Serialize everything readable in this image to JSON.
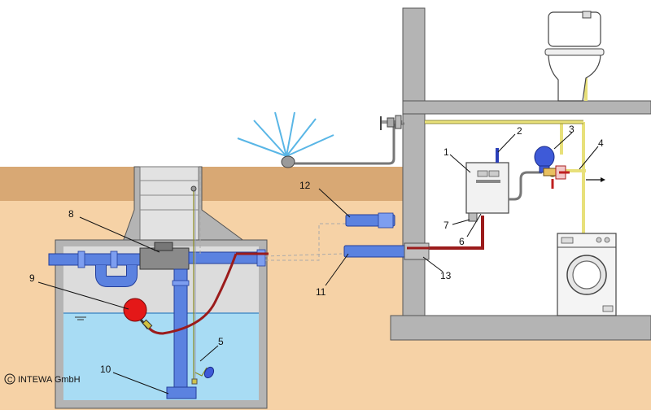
{
  "labels": {
    "l1": "1",
    "l2": "2",
    "l3": "3",
    "l4": "4",
    "l5": "5",
    "l6": "6",
    "l7": "7",
    "l8": "8",
    "l9": "9",
    "l10": "10",
    "l11": "11",
    "l12": "12",
    "l13": "13"
  },
  "copyright": {
    "symbol": "©",
    "text": "INTEWA GmbH"
  },
  "colors": {
    "soil": "#f6d2a6",
    "topsoil": "#d8a874",
    "water": "#a8dcf4",
    "pipe_blue": "#5b82e0",
    "wall_gray": "#b4b4b4",
    "hose_red": "#9b1b1b",
    "supply_yellow": "#e8e07a",
    "float_red": "#e41818"
  }
}
